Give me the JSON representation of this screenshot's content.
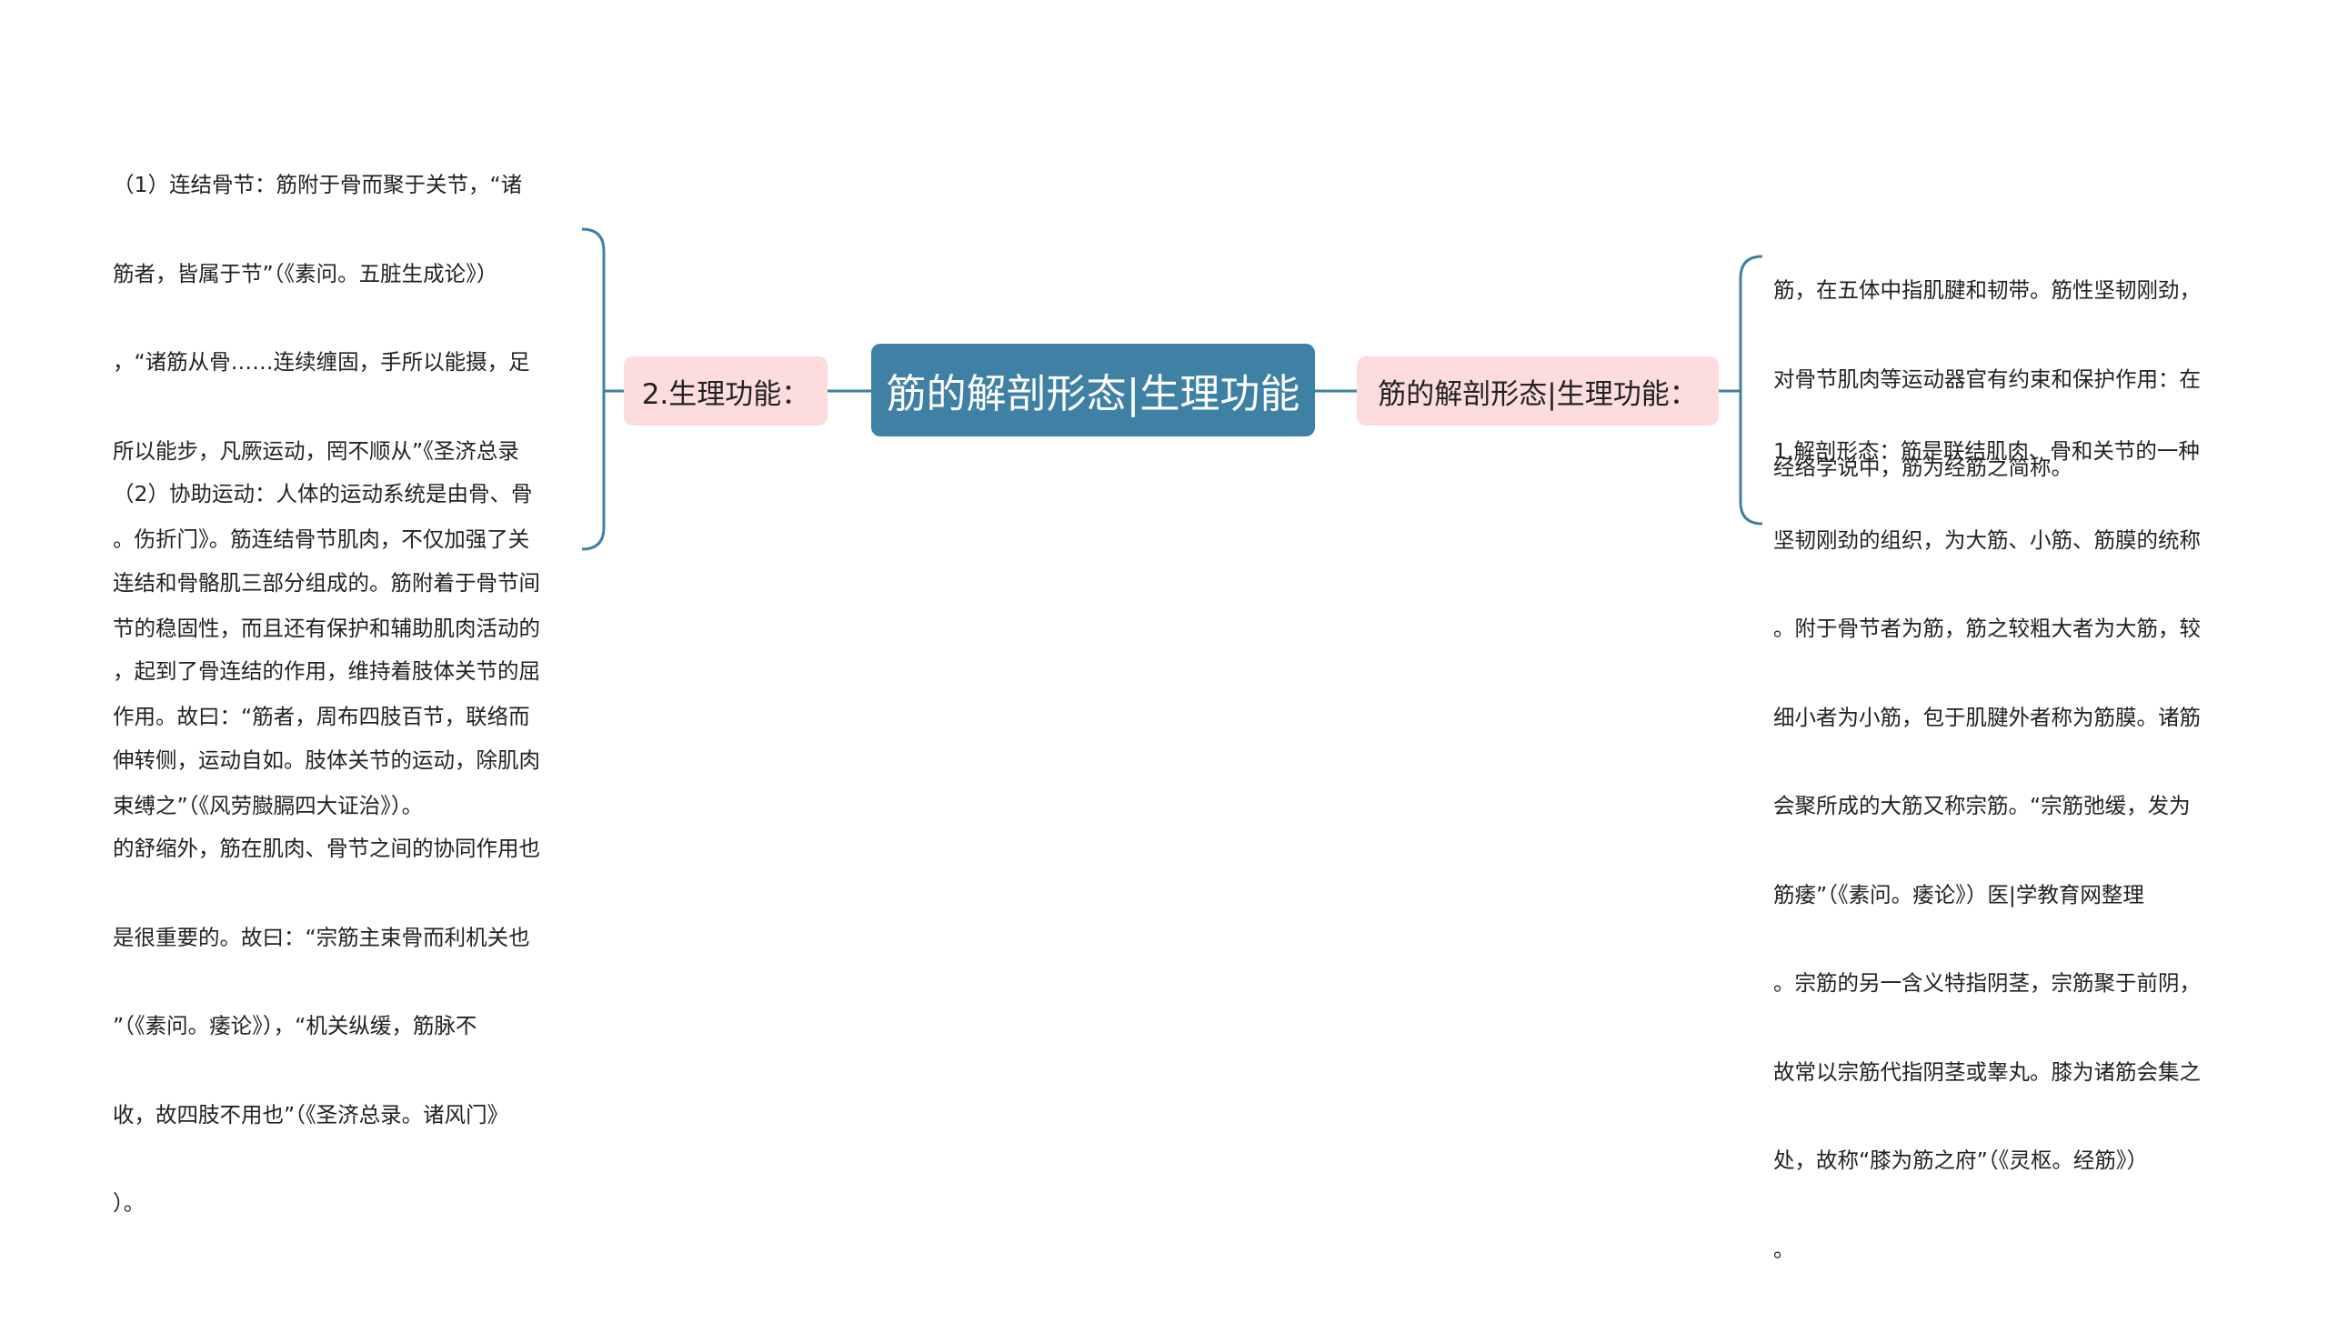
{
  "root": {
    "label": "筋的解剖形态|生理功能"
  },
  "left_branch": {
    "label": "2.生理功能：",
    "leaves": [
      {
        "lines": [
          "（1）连结骨节：筋附于骨而聚于关节，“诸",
          "筋者，皆属于节”（《素问。五脏生成论》）",
          "，“诸筋从骨……连续缠固，手所以能摄，足",
          "所以能步，凡厥运动，罔不顺从”《圣济总录",
          "。伤折门》。筋连结骨节肌肉，不仅加强了关",
          "节的稳固性，而且还有保护和辅助肌肉活动的",
          "作用。故曰：“筋者，周布四肢百节，联络而",
          "束缚之”（《风劳臌膈四大证治》）。"
        ]
      },
      {
        "lines": [
          "（2）协助运动：人体的运动系统是由骨、骨",
          "连结和骨骼肌三部分组成的。筋附着于骨节间",
          "，起到了骨连结的作用，维持着肢体关节的屈",
          "伸转侧，运动自如。肢体关节的运动，除肌肉",
          "的舒缩外，筋在肌肉、骨节之间的协同作用也",
          "是很重要的。故曰：“宗筋主束骨而利机关也",
          "”（《素问。痿论》），“机关纵缓，筋脉不",
          "收，故四肢不用也”（《圣济总录。诸风门》",
          "）。"
        ]
      }
    ]
  },
  "right_branch": {
    "label": "筋的解剖形态|生理功能：",
    "leaves": [
      {
        "lines": [
          "筋，在五体中指肌腱和韧带。筋性坚韧刚劲，",
          "对骨节肌肉等运动器官有约束和保护作用：在",
          "经络学说中，筋为经筋之简称。"
        ]
      },
      {
        "lines": [
          "1.解剖形态：筋是联结肌肉、骨和关节的一种",
          "坚韧刚劲的组织，为大筋、小筋、筋膜的统称",
          "。附于骨节者为筋，筋之较粗大者为大筋，较",
          "细小者为小筋，包于肌腱外者称为筋膜。诸筋",
          "会聚所成的大筋又称宗筋。“宗筋弛缓，发为",
          "筋痿”（《素问。痿论》）医|学教育网整理",
          "。宗筋的另一含义特指阴茎，宗筋聚于前阴，",
          "故常以宗筋代指阴茎或睾丸。膝为诸筋会集之",
          "处，故称“膝为筋之府”（《灵枢。经筋》）",
          "。"
        ]
      }
    ]
  },
  "colors": {
    "root_fill": "#3f80a5",
    "branch_fill": "#fcdcdc",
    "connector": "#3f80a5",
    "text": "#222222"
  }
}
